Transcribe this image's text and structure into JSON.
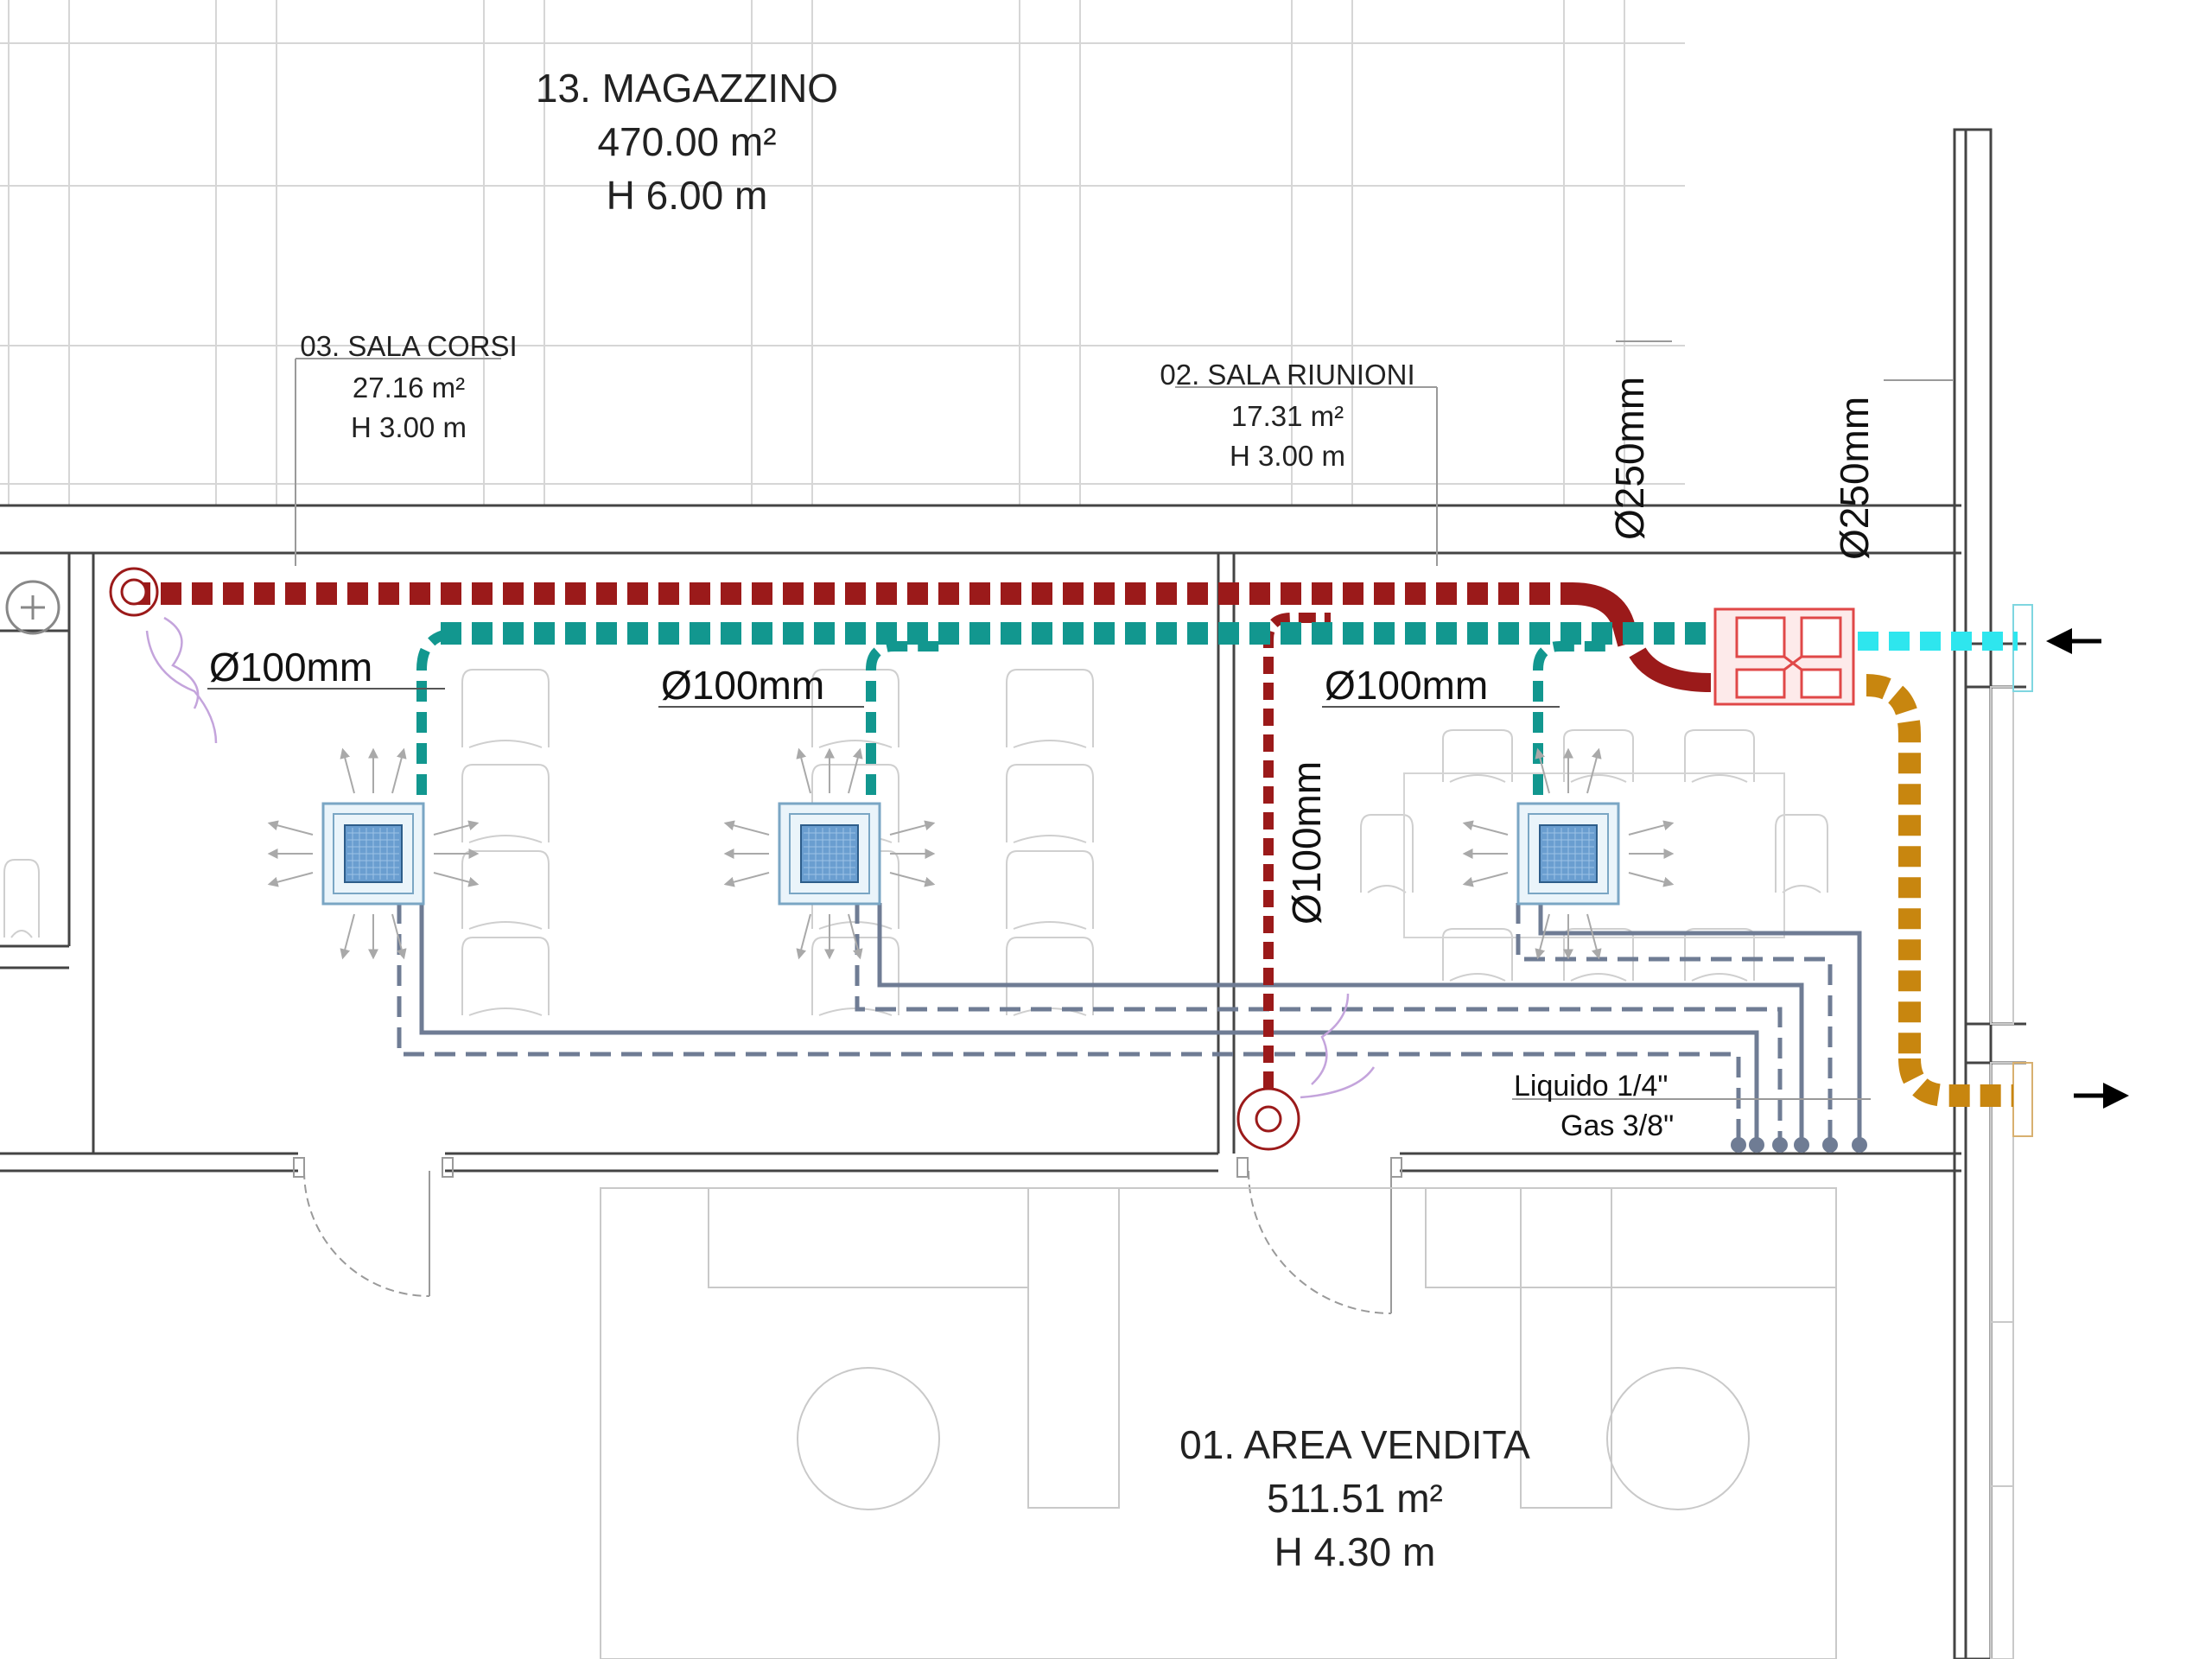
{
  "rooms": {
    "magazzino": {
      "name": "13. MAGAZZINO",
      "area": "470.00 m²",
      "height": "H 6.00 m"
    },
    "sala_corsi": {
      "name": "03. SALA CORSI",
      "area": "27.16 m²",
      "height": "H 3.00 m"
    },
    "sala_riunioni": {
      "name": "02. SALA RIUNIONI",
      "area": "17.31 m²",
      "height": "H 3.00 m"
    },
    "area_vendita": {
      "name": "01. AREA VENDITA",
      "area": "511.51 m²",
      "height": "H 4.30 m"
    }
  },
  "ducts": {
    "d100_corsi": "Ø100mm",
    "d100_mid": "Ø100mm",
    "d100_riunioni": "Ø100mm",
    "d100_vertical": "Ø100mm",
    "d250_left": "Ø250mm",
    "d250_right": "Ø250mm"
  },
  "refrigerant": {
    "liquid": "Liquido 1/4\"",
    "gas": "Gas 3/8\""
  },
  "colors": {
    "extract_duct": "#9b1a1a",
    "supply_duct": "#12978f",
    "fresh_air": "#2ee6ee",
    "exhaust_air": "#c8860f",
    "refrigerant_pipe": "#6f7c94",
    "recovery_unit": "#e04848",
    "airflow_arrow": "#c4a4dc"
  },
  "icons": {
    "inlet_arrow": "arrow-left-icon",
    "outlet_arrow": "arrow-right-icon",
    "cassette": "ceiling-cassette-icon",
    "diffuser": "round-diffuser-icon",
    "heat_recovery": "heat-recovery-unit-icon"
  }
}
